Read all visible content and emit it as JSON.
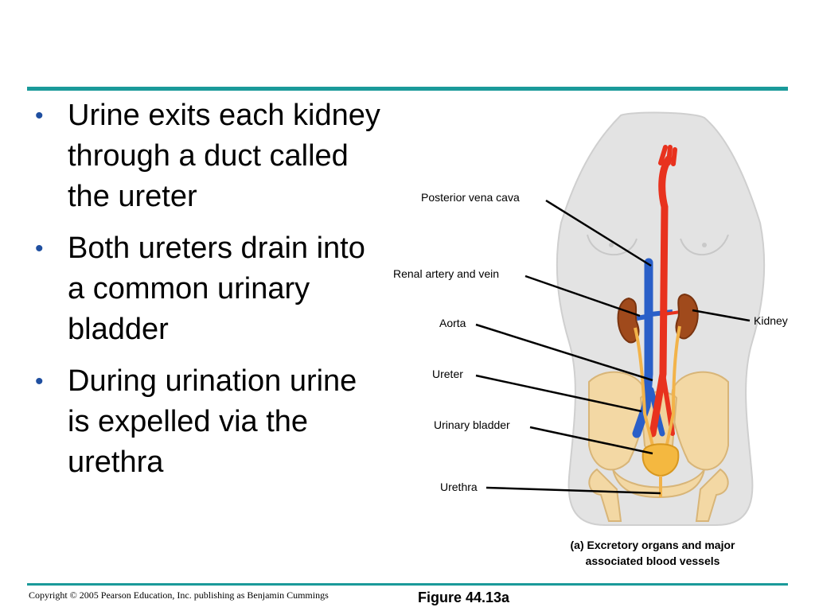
{
  "slide": {
    "bullets": [
      "Urine exits each kidney through a duct called the ureter",
      "Both ureters drain into a common urinary bladder",
      "During urination urine is expelled via the urethra"
    ]
  },
  "figure": {
    "labels": {
      "posterior_vena_cava": "Posterior vena cava",
      "renal_artery_vein": "Renal artery and vein",
      "aorta": "Aorta",
      "ureter": "Ureter",
      "urinary_bladder": "Urinary bladder",
      "urethra": "Urethra",
      "kidney": "Kidney"
    },
    "caption_line1": "(a) Excretory organs and major",
    "caption_line2": "associated blood vessels",
    "colors": {
      "aorta": "#e8321e",
      "vena_cava": "#2a5fc8",
      "kidney": "#a04a1c",
      "ureter": "#f2b34a",
      "bladder": "#f4b840",
      "pelvis": "#f3d8a4",
      "body": "#e3e3e3",
      "accent": "#1a9a9a"
    }
  },
  "footer": {
    "copyright": "Copyright © 2005 Pearson Education, Inc. publishing as Benjamin Cummings",
    "figure_number": "Figure 44.13a"
  }
}
